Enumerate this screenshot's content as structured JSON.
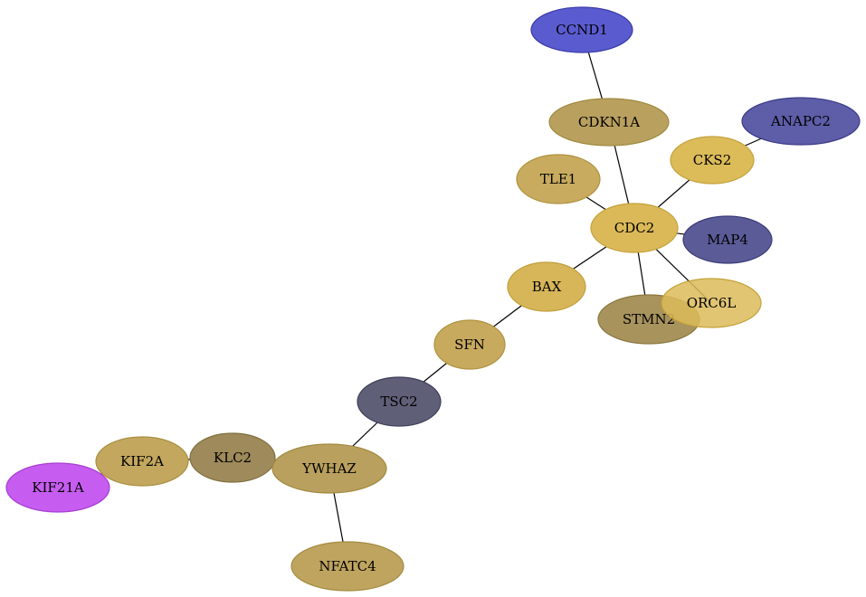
{
  "graph": {
    "nodes": [
      {
        "id": "CCND1",
        "label": "CCND1",
        "fill": "#5b5bd0",
        "stroke": "#3a3aa8"
      },
      {
        "id": "CDKN1A",
        "label": "CDKN1A",
        "fill": "#b9a05e",
        "stroke": "#a08a40"
      },
      {
        "id": "ANAPC2",
        "label": "ANAPC2",
        "fill": "#5d5da8",
        "stroke": "#3a3a88"
      },
      {
        "id": "CKS2",
        "label": "CKS2",
        "fill": "#dcbb59",
        "stroke": "#c4a23c"
      },
      {
        "id": "TLE1",
        "label": "TLE1",
        "fill": "#c8ab5e",
        "stroke": "#b09240"
      },
      {
        "id": "CDC2",
        "label": "CDC2",
        "fill": "#dbb958",
        "stroke": "#c4a23c"
      },
      {
        "id": "MAP4",
        "label": "MAP4",
        "fill": "#5b5b98",
        "stroke": "#3a3a78"
      },
      {
        "id": "BAX",
        "label": "BAX",
        "fill": "#d7b659",
        "stroke": "#c09e3c"
      },
      {
        "id": "STMN2",
        "label": "STMN2",
        "fill": "#a8935d",
        "stroke": "#8a7840"
      },
      {
        "id": "ORC6L",
        "label": "ORC6L",
        "fill": "#dcbb59",
        "stroke": "#c4a23c"
      },
      {
        "id": "SFN",
        "label": "SFN",
        "fill": "#c8aa5e",
        "stroke": "#b09240"
      },
      {
        "id": "TSC2",
        "label": "TSC2",
        "fill": "#5f5f78",
        "stroke": "#3e3e58"
      },
      {
        "id": "KLC2",
        "label": "KLC2",
        "fill": "#9e8a5a",
        "stroke": "#807040"
      },
      {
        "id": "KIF2A",
        "label": "KIF2A",
        "fill": "#c3a75e",
        "stroke": "#a89040"
      },
      {
        "id": "YWHAZ",
        "label": "YWHAZ",
        "fill": "#b9a05e",
        "stroke": "#a08a40"
      },
      {
        "id": "KIF21A",
        "label": "KIF21A",
        "fill": "#c65df0",
        "stroke": "#a83ed2"
      },
      {
        "id": "NFATC4",
        "label": "NFATC4",
        "fill": "#bea45e",
        "stroke": "#a48c40"
      }
    ],
    "edges": [
      [
        "CCND1",
        "CDKN1A"
      ],
      [
        "CDKN1A",
        "CDC2"
      ],
      [
        "ANAPC2",
        "CKS2"
      ],
      [
        "CKS2",
        "CDC2"
      ],
      [
        "TLE1",
        "CDC2"
      ],
      [
        "CDC2",
        "MAP4"
      ],
      [
        "CDC2",
        "ORC6L"
      ],
      [
        "CDC2",
        "STMN2"
      ],
      [
        "CDC2",
        "BAX"
      ],
      [
        "BAX",
        "SFN"
      ],
      [
        "SFN",
        "TSC2"
      ],
      [
        "TSC2",
        "YWHAZ"
      ],
      [
        "YWHAZ",
        "KLC2"
      ],
      [
        "KLC2",
        "KIF2A"
      ],
      [
        "YWHAZ",
        "NFATC4"
      ],
      [
        "KIF2A",
        "KIF21A"
      ]
    ]
  }
}
